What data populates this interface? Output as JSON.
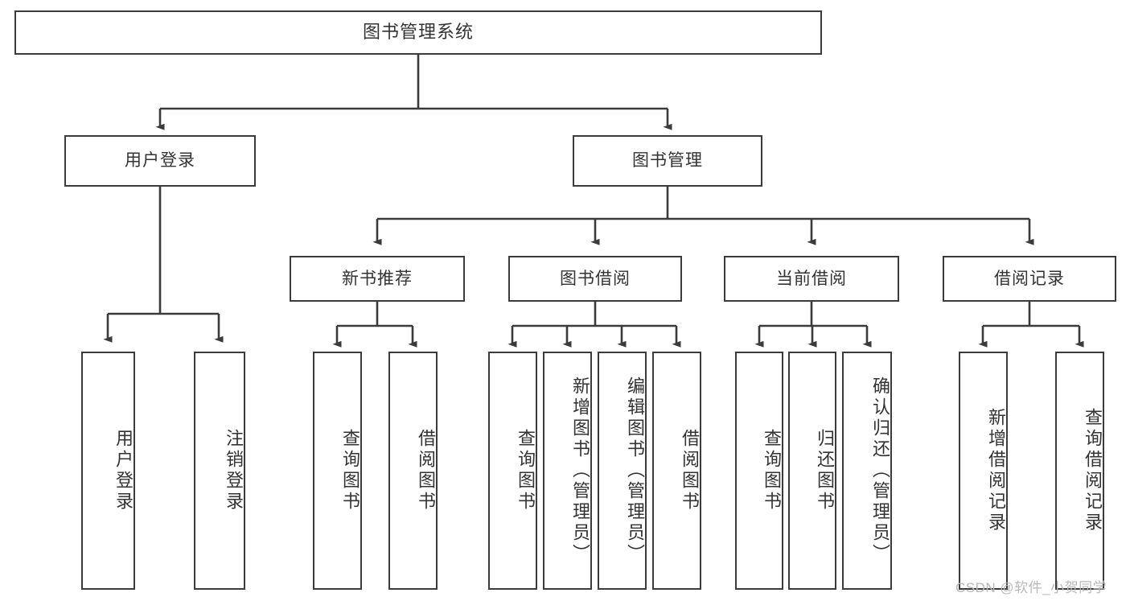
{
  "diagram": {
    "type": "tree",
    "title": "图书管理系统",
    "root": {
      "label": "图书管理系统"
    },
    "level1": [
      {
        "label": "用户登录"
      },
      {
        "label": "图书管理"
      }
    ],
    "level2": [
      {
        "label": "新书推荐"
      },
      {
        "label": "图书借阅"
      },
      {
        "label": "当前借阅"
      },
      {
        "label": "借阅记录"
      }
    ],
    "leaves": {
      "user_login": [
        {
          "label": "用户登录"
        },
        {
          "label": "注销登录"
        }
      ],
      "new_book_recommend": [
        {
          "label": "查询图书"
        },
        {
          "label": "借阅图书"
        }
      ],
      "book_borrow": [
        {
          "label": "查询图书"
        },
        {
          "label": "新增图书（管理员）"
        },
        {
          "label": "编辑图书（管理员）"
        },
        {
          "label": "借阅图书"
        }
      ],
      "current_borrow": [
        {
          "label": "查询图书"
        },
        {
          "label": "归还图书"
        },
        {
          "label": "确认归还（管理员）"
        }
      ],
      "borrow_record": [
        {
          "label": "新增借阅记录"
        },
        {
          "label": "查询借阅记录"
        }
      ]
    }
  },
  "watermark": {
    "text": "CSDN @软件_小贺同学"
  },
  "colors": {
    "border": "#3b3b3b",
    "text": "#333333",
    "background": "#ffffff",
    "watermark": "#b8b8b8"
  }
}
